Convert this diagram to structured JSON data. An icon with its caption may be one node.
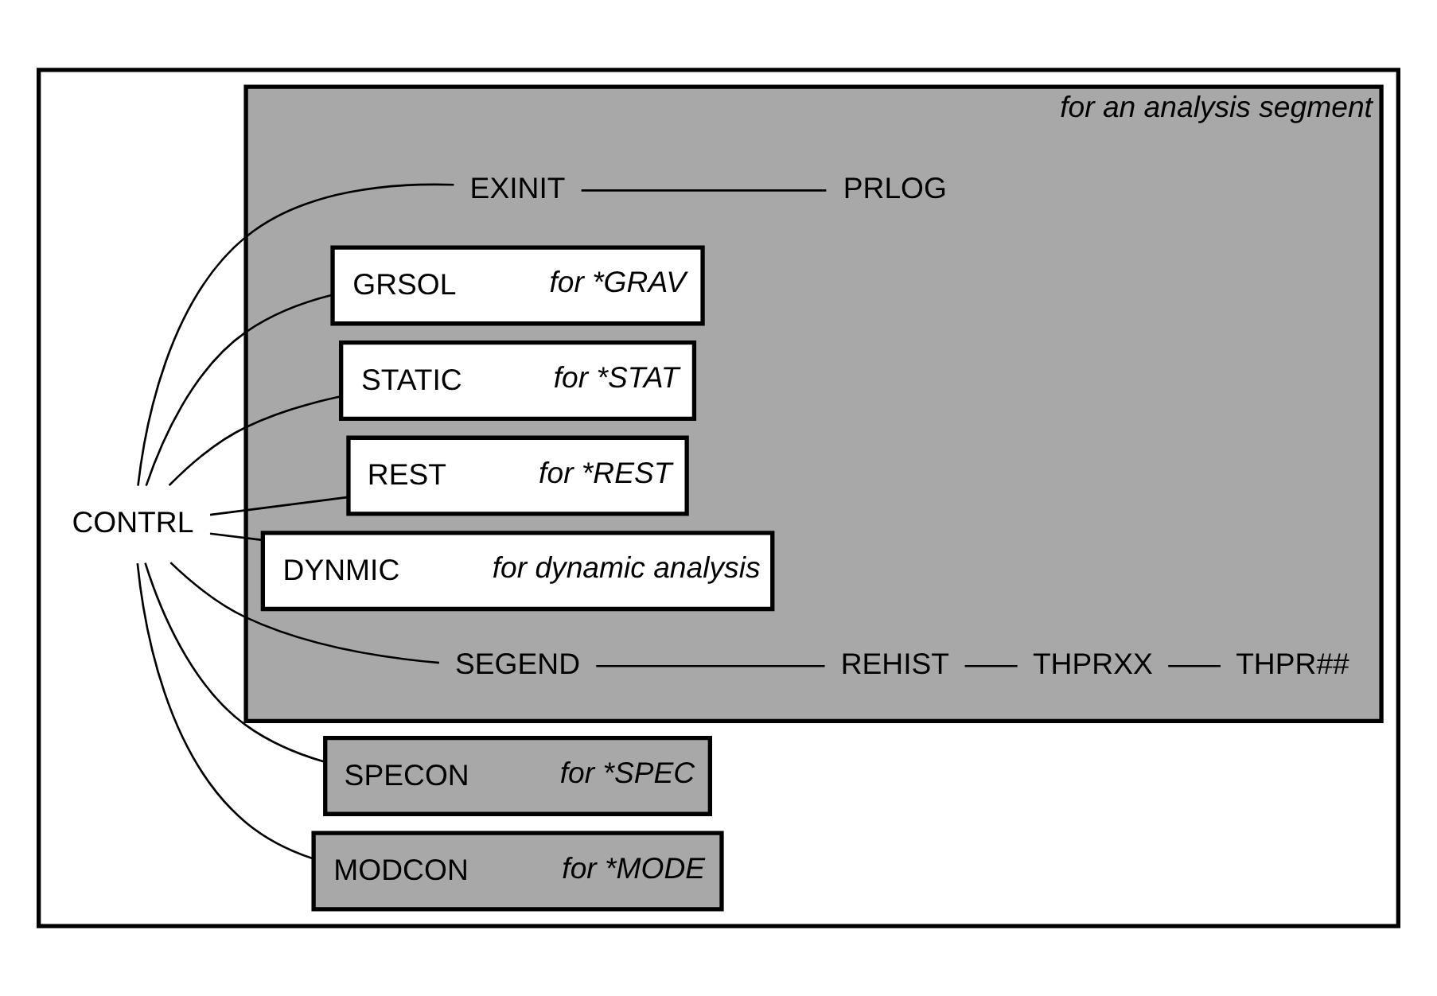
{
  "diagram": {
    "nodes": [
      {
        "text": [],
        "shape": "box"
      },
      {
        "text": [
          "CONTRL"
        ],
        "in": 0
      },
      {
        "text": [
          "for an analysis segment"
        ],
        "in": 0
      },
      {
        "text": [
          "EXINIT"
        ],
        "in": 2
      },
      {
        "text": [
          "PRLOG"
        ],
        "in": 2
      },
      {
        "text": [
          "GRSOL",
          "for *GRAV"
        ],
        "in": 2
      },
      {
        "text": [
          "STATIC",
          "for *STAT"
        ],
        "in": 2
      },
      {
        "text": [
          "REST",
          "for *REST"
        ],
        "in": 2
      },
      {
        "text": [
          "DYNMIC",
          "for dynamic analysis"
        ],
        "in": 2
      },
      {
        "text": [
          "SEGEND"
        ],
        "in": 2
      },
      {
        "text": [
          "REHIST"
        ],
        "in": 2
      },
      {
        "text": [
          "THPRXX"
        ],
        "in": 2
      },
      {
        "text": [
          "THPR##"
        ],
        "in": 2
      },
      {
        "text": [
          "MODCON",
          "for *MODE"
        ],
        "in": 0
      },
      {
        "text": [
          "SPECON",
          "for *SPEC"
        ],
        "in": 0
      }
    ],
    "edges": [
      {
        "from": 1,
        "to": 3,
        "arrow": "none"
      },
      {
        "from": 3,
        "to": 4,
        "arrow": "none"
      },
      {
        "from": 1,
        "to": 5,
        "arrow": "none"
      },
      {
        "from": 1,
        "to": 6,
        "arrow": "none"
      },
      {
        "from": 1,
        "to": 7,
        "arrow": "none"
      },
      {
        "from": 1,
        "to": 8,
        "arrow": "none"
      },
      {
        "from": 1,
        "to": 9,
        "arrow": "none"
      },
      {
        "from": 9,
        "to": 10,
        "arrow": "none"
      },
      {
        "from": 10,
        "to": 11,
        "arrow": "none"
      },
      {
        "from": 11,
        "to": 12,
        "arrow": "none"
      },
      {
        "from": 1,
        "to": 13,
        "arrow": "none"
      },
      {
        "from": 1,
        "to": 14,
        "arrow": "none"
      }
    ]
  }
}
